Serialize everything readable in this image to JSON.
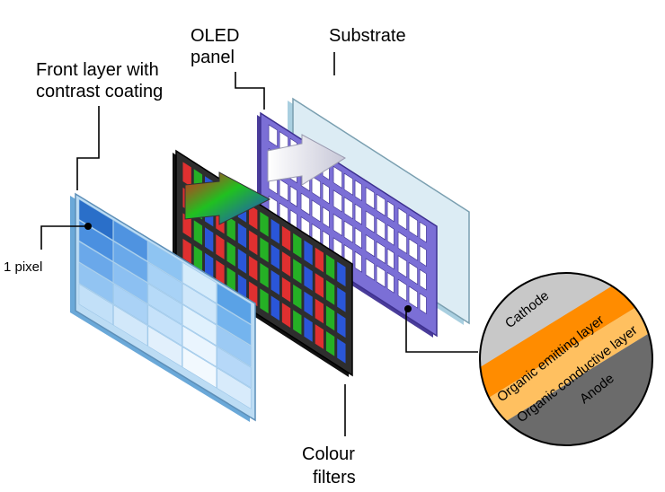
{
  "labels": {
    "front_layer": [
      "Front layer with",
      "contrast coating"
    ],
    "oled_panel": [
      "OLED",
      "panel"
    ],
    "substrate": "Substrate",
    "pixel": "1 pixel",
    "colour_filters": [
      "Colour",
      "filters"
    ]
  },
  "layers": {
    "cathode": "Cathode",
    "emitting": "Organic emitting layer",
    "conductive": "Organic conductive layer",
    "anode": "Anode"
  },
  "colors": {
    "cathode": "#c8c8c8",
    "emitting": "#ff8c00",
    "conductive": "#ffc060",
    "anode": "#6b6b6b",
    "panel_frame": "#6a5acd",
    "substrate": "#cfe6f0",
    "filter_frame": "#2a2a2a"
  }
}
